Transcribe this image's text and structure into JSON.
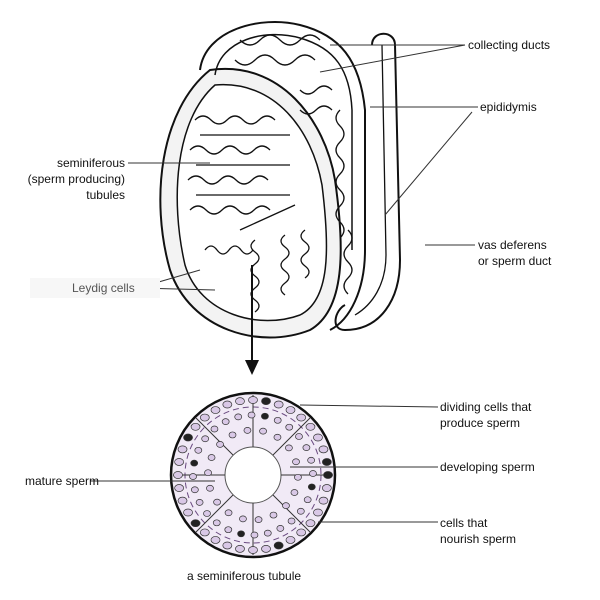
{
  "labels": {
    "collecting_ducts": "collecting ducts",
    "epididymis": "epididymis",
    "seminiferous_1": "seminiferous",
    "seminiferous_2": "(sperm producing)",
    "seminiferous_3": "tubules",
    "vas_1": "vas deferens",
    "vas_2": "or sperm duct",
    "leydig": "Leydig cells",
    "dividing_1": "dividing cells that",
    "dividing_2": "produce sperm",
    "developing": "developing sperm",
    "mature": "mature sperm",
    "nourish_1": "cells that",
    "nourish_2": "nourish sperm",
    "caption": "a seminiferous tubule"
  },
  "colors": {
    "tubule_cell": "#d9c8e6",
    "line": "#111111"
  }
}
